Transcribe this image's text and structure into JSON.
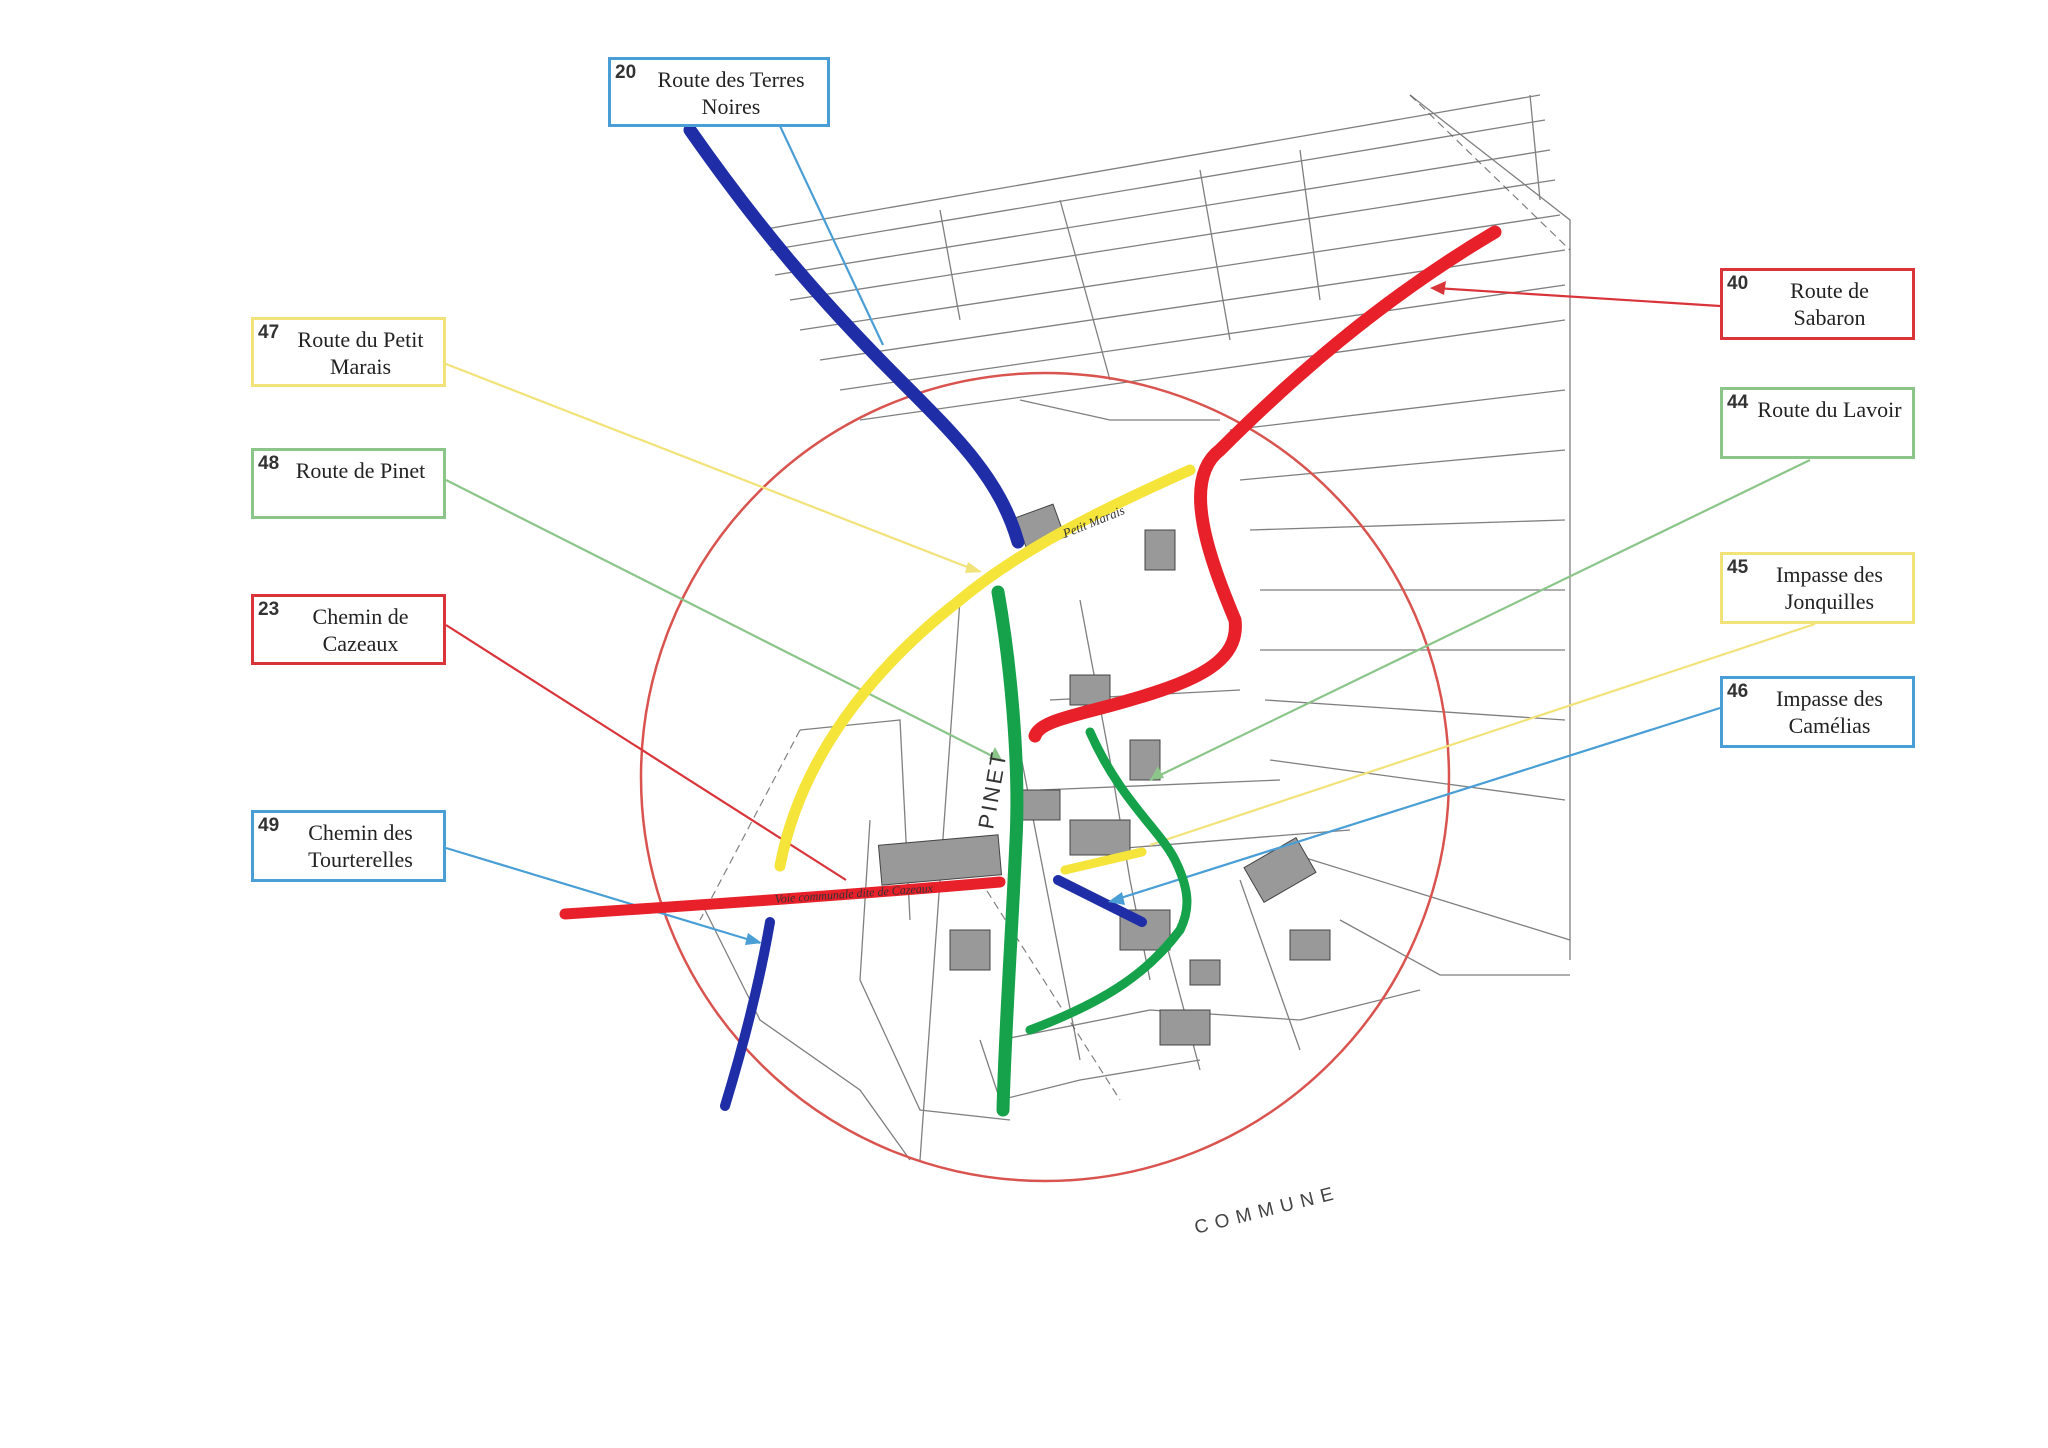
{
  "labels": {
    "terres_noires": {
      "number": "20",
      "name": "Route des Terres Noires"
    },
    "sabaron": {
      "number": "40",
      "name": "Route de Sabaron"
    },
    "petit_marais": {
      "number": "47",
      "name": "Route du Petit Marais"
    },
    "lavoir": {
      "number": "44",
      "name": "Route du Lavoir"
    },
    "pinet": {
      "number": "48",
      "name": "Route de Pinet"
    },
    "jonquilles": {
      "number": "45",
      "name": "Impasse des Jonquilles"
    },
    "cazeaux": {
      "number": "23",
      "name": "Chemin de Cazeaux"
    },
    "camelias": {
      "number": "46",
      "name": "Impasse des Camélias"
    },
    "tourterelles": {
      "number": "49",
      "name": "Chemin des Tourterelles"
    }
  },
  "map_text": {
    "commune": "COMMUNE",
    "pinet_street": "PINET",
    "petit_marais_street": "Petit Marais",
    "cazeaux_street": "Voie communale dite de Cazeaux"
  },
  "colors": {
    "red": "#e8202a",
    "blue": "#1f2ea6",
    "yellow": "#f5e43a",
    "green": "#15a24a",
    "circle": "#d9534f",
    "box_blue": "#4a9ed6",
    "box_red": "#d9343a",
    "box_yellow": "#f2e27a",
    "box_green": "#8bc58a"
  }
}
